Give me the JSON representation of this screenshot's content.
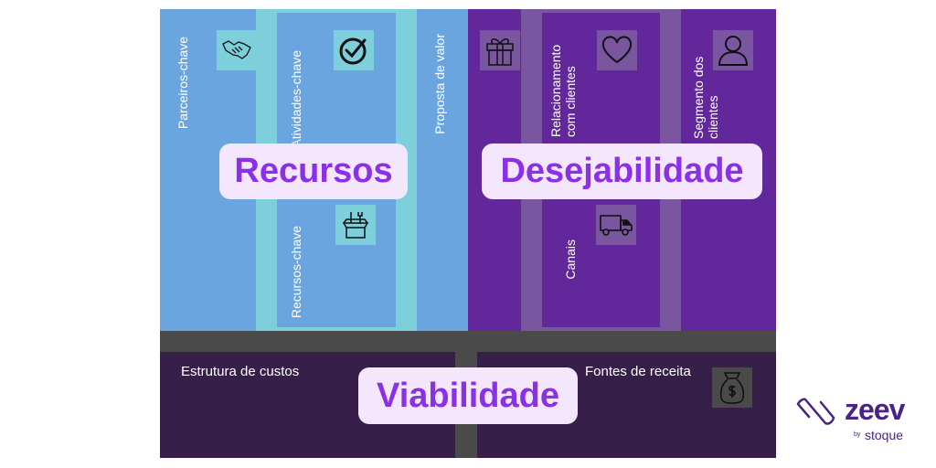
{
  "canvas": {
    "blocks": {
      "parceiros": "Parceiros-chave",
      "atividades": "Atividades-chave",
      "recursos": "Recursos-chave",
      "proposta": "Proposta de valor",
      "relacionamento": "Relacionamento com clientes",
      "canais": "Canais",
      "segmento": "Segmento dos clientes",
      "custos": "Estrutura de custos",
      "receita": "Fontes de receita"
    },
    "icons": [
      "handshake-icon",
      "check-circle-icon",
      "toolbox-icon",
      "gift-icon",
      "heart-icon",
      "user-icon",
      "truck-icon",
      "money-bag-icon"
    ]
  },
  "overlays": {
    "recursos": "Recursos",
    "desejabilidade": "Desejabilidade",
    "viabilidade": "Viabilidade"
  },
  "logo": {
    "brand": "zeev",
    "by": "by",
    "company": "stoque"
  },
  "colors": {
    "blue": "#6ba5e0",
    "teal": "#7ecfdc",
    "purple": "#62279a",
    "dark": "#36204a",
    "accent": "#8b2fe8",
    "label_bg": "#f3e6fd"
  }
}
